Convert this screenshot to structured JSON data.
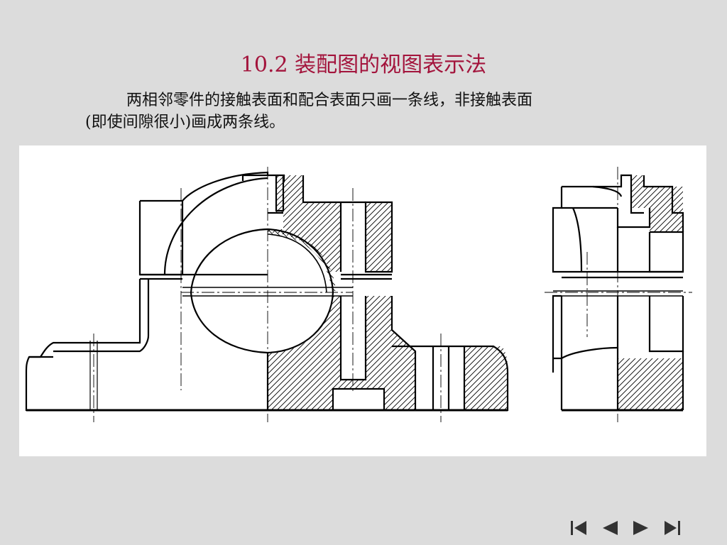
{
  "slide": {
    "title": "10.2   装配图的视图表示法",
    "paragraph_line1": "两相邻零件的接触表面和配合表面只画一条线，非接触表面",
    "paragraph_line2": "(即使间隙很小)画成两条线。"
  },
  "colors": {
    "background": "#dcdcdc",
    "title": "#a3143c",
    "panel": "#ffffff",
    "line": "#000000"
  },
  "navigation": {
    "buttons": [
      {
        "name": "first",
        "icon": "skip-to-first-icon"
      },
      {
        "name": "previous",
        "icon": "previous-icon"
      },
      {
        "name": "next",
        "icon": "next-icon"
      },
      {
        "name": "last",
        "icon": "skip-to-last-icon"
      }
    ]
  }
}
